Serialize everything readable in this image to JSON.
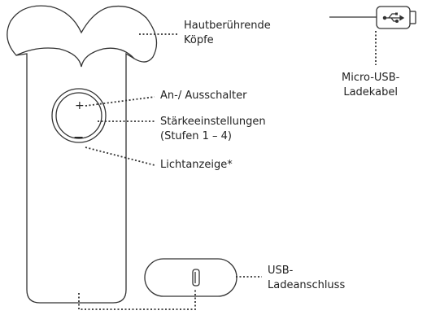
{
  "labels": {
    "heads": [
      "Hautberührende",
      "Köpfe"
    ],
    "power": "An-/ Ausschalter",
    "strength": [
      "Stärkeeinstellungen",
      "(Stufen 1 – 4)"
    ],
    "light": "Lichtanzeige*",
    "cable": [
      "Micro-USB-",
      "Ladekabel"
    ],
    "port": [
      "USB-",
      "Ladeanschluss"
    ]
  },
  "button_symbols": {
    "plus": "+",
    "minus": "−"
  },
  "colors": {
    "line": "#333333",
    "text": "#222222",
    "background": "#ffffff"
  },
  "icons": [
    "usb-icon",
    "usb-port-icon"
  ]
}
